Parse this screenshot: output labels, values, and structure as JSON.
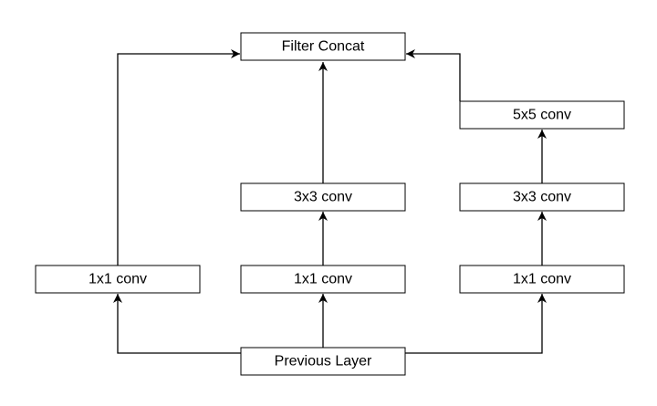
{
  "diagram": {
    "nodes": [
      {
        "id": "filter_concat",
        "label": "Filter Concat"
      },
      {
        "id": "conv5x5",
        "label": "5x5 conv"
      },
      {
        "id": "conv3x3_mid",
        "label": "3x3 conv"
      },
      {
        "id": "conv3x3_right",
        "label": "3x3 conv"
      },
      {
        "id": "conv1x1_left",
        "label": "1x1 conv"
      },
      {
        "id": "conv1x1_mid",
        "label": "1x1 conv"
      },
      {
        "id": "conv1x1_right",
        "label": "1x1 conv"
      },
      {
        "id": "previous_layer",
        "label": "Previous Layer"
      }
    ],
    "edges": [
      {
        "from": "previous_layer",
        "to": "conv1x1_left"
      },
      {
        "from": "previous_layer",
        "to": "conv1x1_mid"
      },
      {
        "from": "previous_layer",
        "to": "conv1x1_right"
      },
      {
        "from": "conv1x1_left",
        "to": "filter_concat"
      },
      {
        "from": "conv1x1_mid",
        "to": "conv3x3_mid"
      },
      {
        "from": "conv3x3_mid",
        "to": "filter_concat"
      },
      {
        "from": "conv1x1_right",
        "to": "conv3x3_right"
      },
      {
        "from": "conv3x3_right",
        "to": "conv5x5"
      },
      {
        "from": "conv5x5",
        "to": "filter_concat"
      }
    ]
  }
}
